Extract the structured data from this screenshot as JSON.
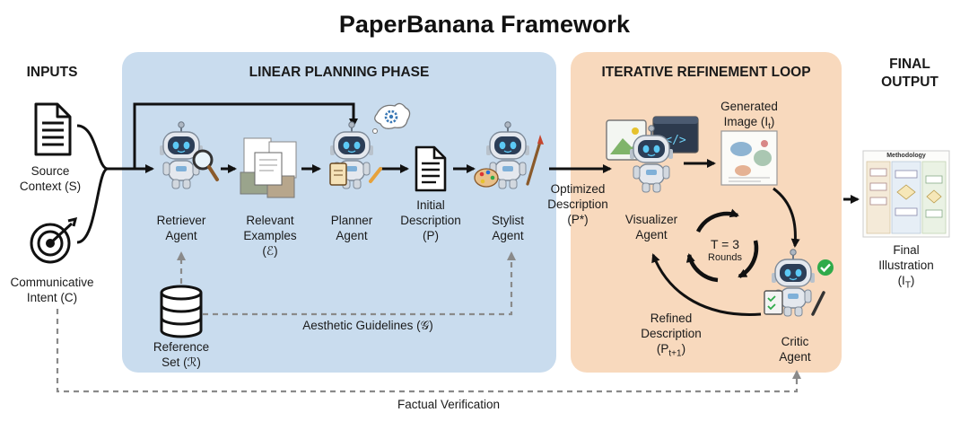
{
  "title": "PaperBanana Framework",
  "sections": {
    "inputs": "INPUTS",
    "planning": "LINEAR PLANNING PHASE",
    "refinement": "ITERATIVE REFINEMENT LOOP",
    "final_line1": "FINAL",
    "final_line2": "OUTPUT"
  },
  "inputs": {
    "source_line1": "Source",
    "source_line2": "Context (S)",
    "intent_line1": "Communicative",
    "intent_line2": "Intent (C)"
  },
  "planning": {
    "retriever_line1": "Retriever",
    "retriever_line2": "Agent",
    "examples_line1": "Relevant",
    "examples_line2": "Examples",
    "examples_line3": "(ℰ)",
    "planner_line1": "Planner",
    "planner_line2": "Agent",
    "initial_line1": "Initial",
    "initial_line2": "Description",
    "initial_line3": "(P)",
    "stylist_line1": "Stylist",
    "stylist_line2": "Agent",
    "reference_line1": "Reference",
    "reference_line2": "Set (ℛ)",
    "aesthetic": "Aesthetic Guidelines (𝒢)"
  },
  "refinement": {
    "optimized_line1": "Optimized",
    "optimized_line2": "Description",
    "optimized_line3": "(P*)",
    "visualizer_line1": "Visualizer",
    "visualizer_line2": "Agent",
    "generated_line1": "Generated",
    "generated_line2": "Image (I",
    "generated_sub": "t",
    "generated_close": ")",
    "rounds_line1": "T = 3",
    "rounds_line2": "Rounds",
    "refined_line1": "Refined",
    "refined_line2": "Description",
    "refined_line3": "(P",
    "refined_sub": "t+1",
    "refined_close": ")",
    "critic_line1": "Critic",
    "critic_line2": "Agent"
  },
  "output": {
    "thumb_title": "Methodology",
    "final_line1": "Final",
    "final_line2": "Illustration",
    "final_line3": "(I",
    "final_sub": "T",
    "final_close": ")"
  },
  "factual": "Factual Verification",
  "colors": {
    "planning_bg": "#c9dcee",
    "refinement_bg": "#f8d9bd",
    "arrow": "#111111",
    "dashed": "#8a8a8a",
    "robot_body": "#dfe4ea",
    "robot_face": "#2c3e57",
    "robot_eyes": "#5cc9f5",
    "check": "#2faa4a"
  },
  "icons": {
    "source": "document-icon",
    "intent": "target-icon",
    "reference": "database-icon",
    "gear": "gear-icon",
    "check": "check-badge-icon",
    "cycle": "cycle-arrows-icon"
  }
}
